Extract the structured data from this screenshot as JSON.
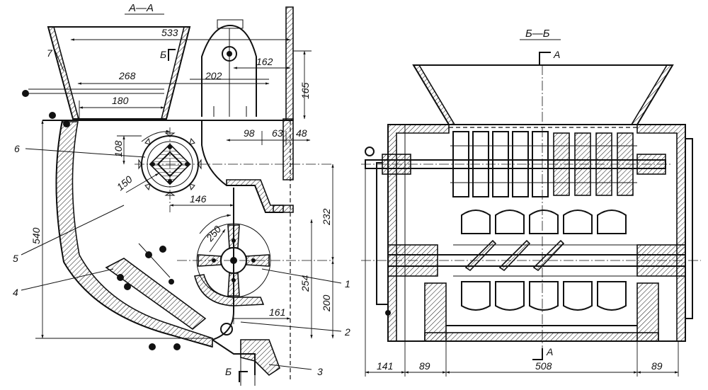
{
  "left_view": {
    "section_title": "А—А",
    "cut_mark": "Б",
    "part_numbers": {
      "p1": "1",
      "p2": "2",
      "p3": "3",
      "p4": "4",
      "p5": "5",
      "p6": "6",
      "p7": "7"
    },
    "dimensions": {
      "d533": "533",
      "d268": "268",
      "d202": "202",
      "d162": "162",
      "d180": "180",
      "d165": "165",
      "d98": "98",
      "d63": "63",
      "d48": "48",
      "d108": "108",
      "d150": "150",
      "d146": "146",
      "d250": "250",
      "d232": "232",
      "d540": "540",
      "d254": "254",
      "d200": "200",
      "d161": "161"
    }
  },
  "right_view": {
    "section_title": "Б—Б",
    "cut_mark": "А",
    "dimensions": {
      "d141": "141",
      "d89a": "89",
      "d508": "508",
      "d89b": "89"
    }
  }
}
